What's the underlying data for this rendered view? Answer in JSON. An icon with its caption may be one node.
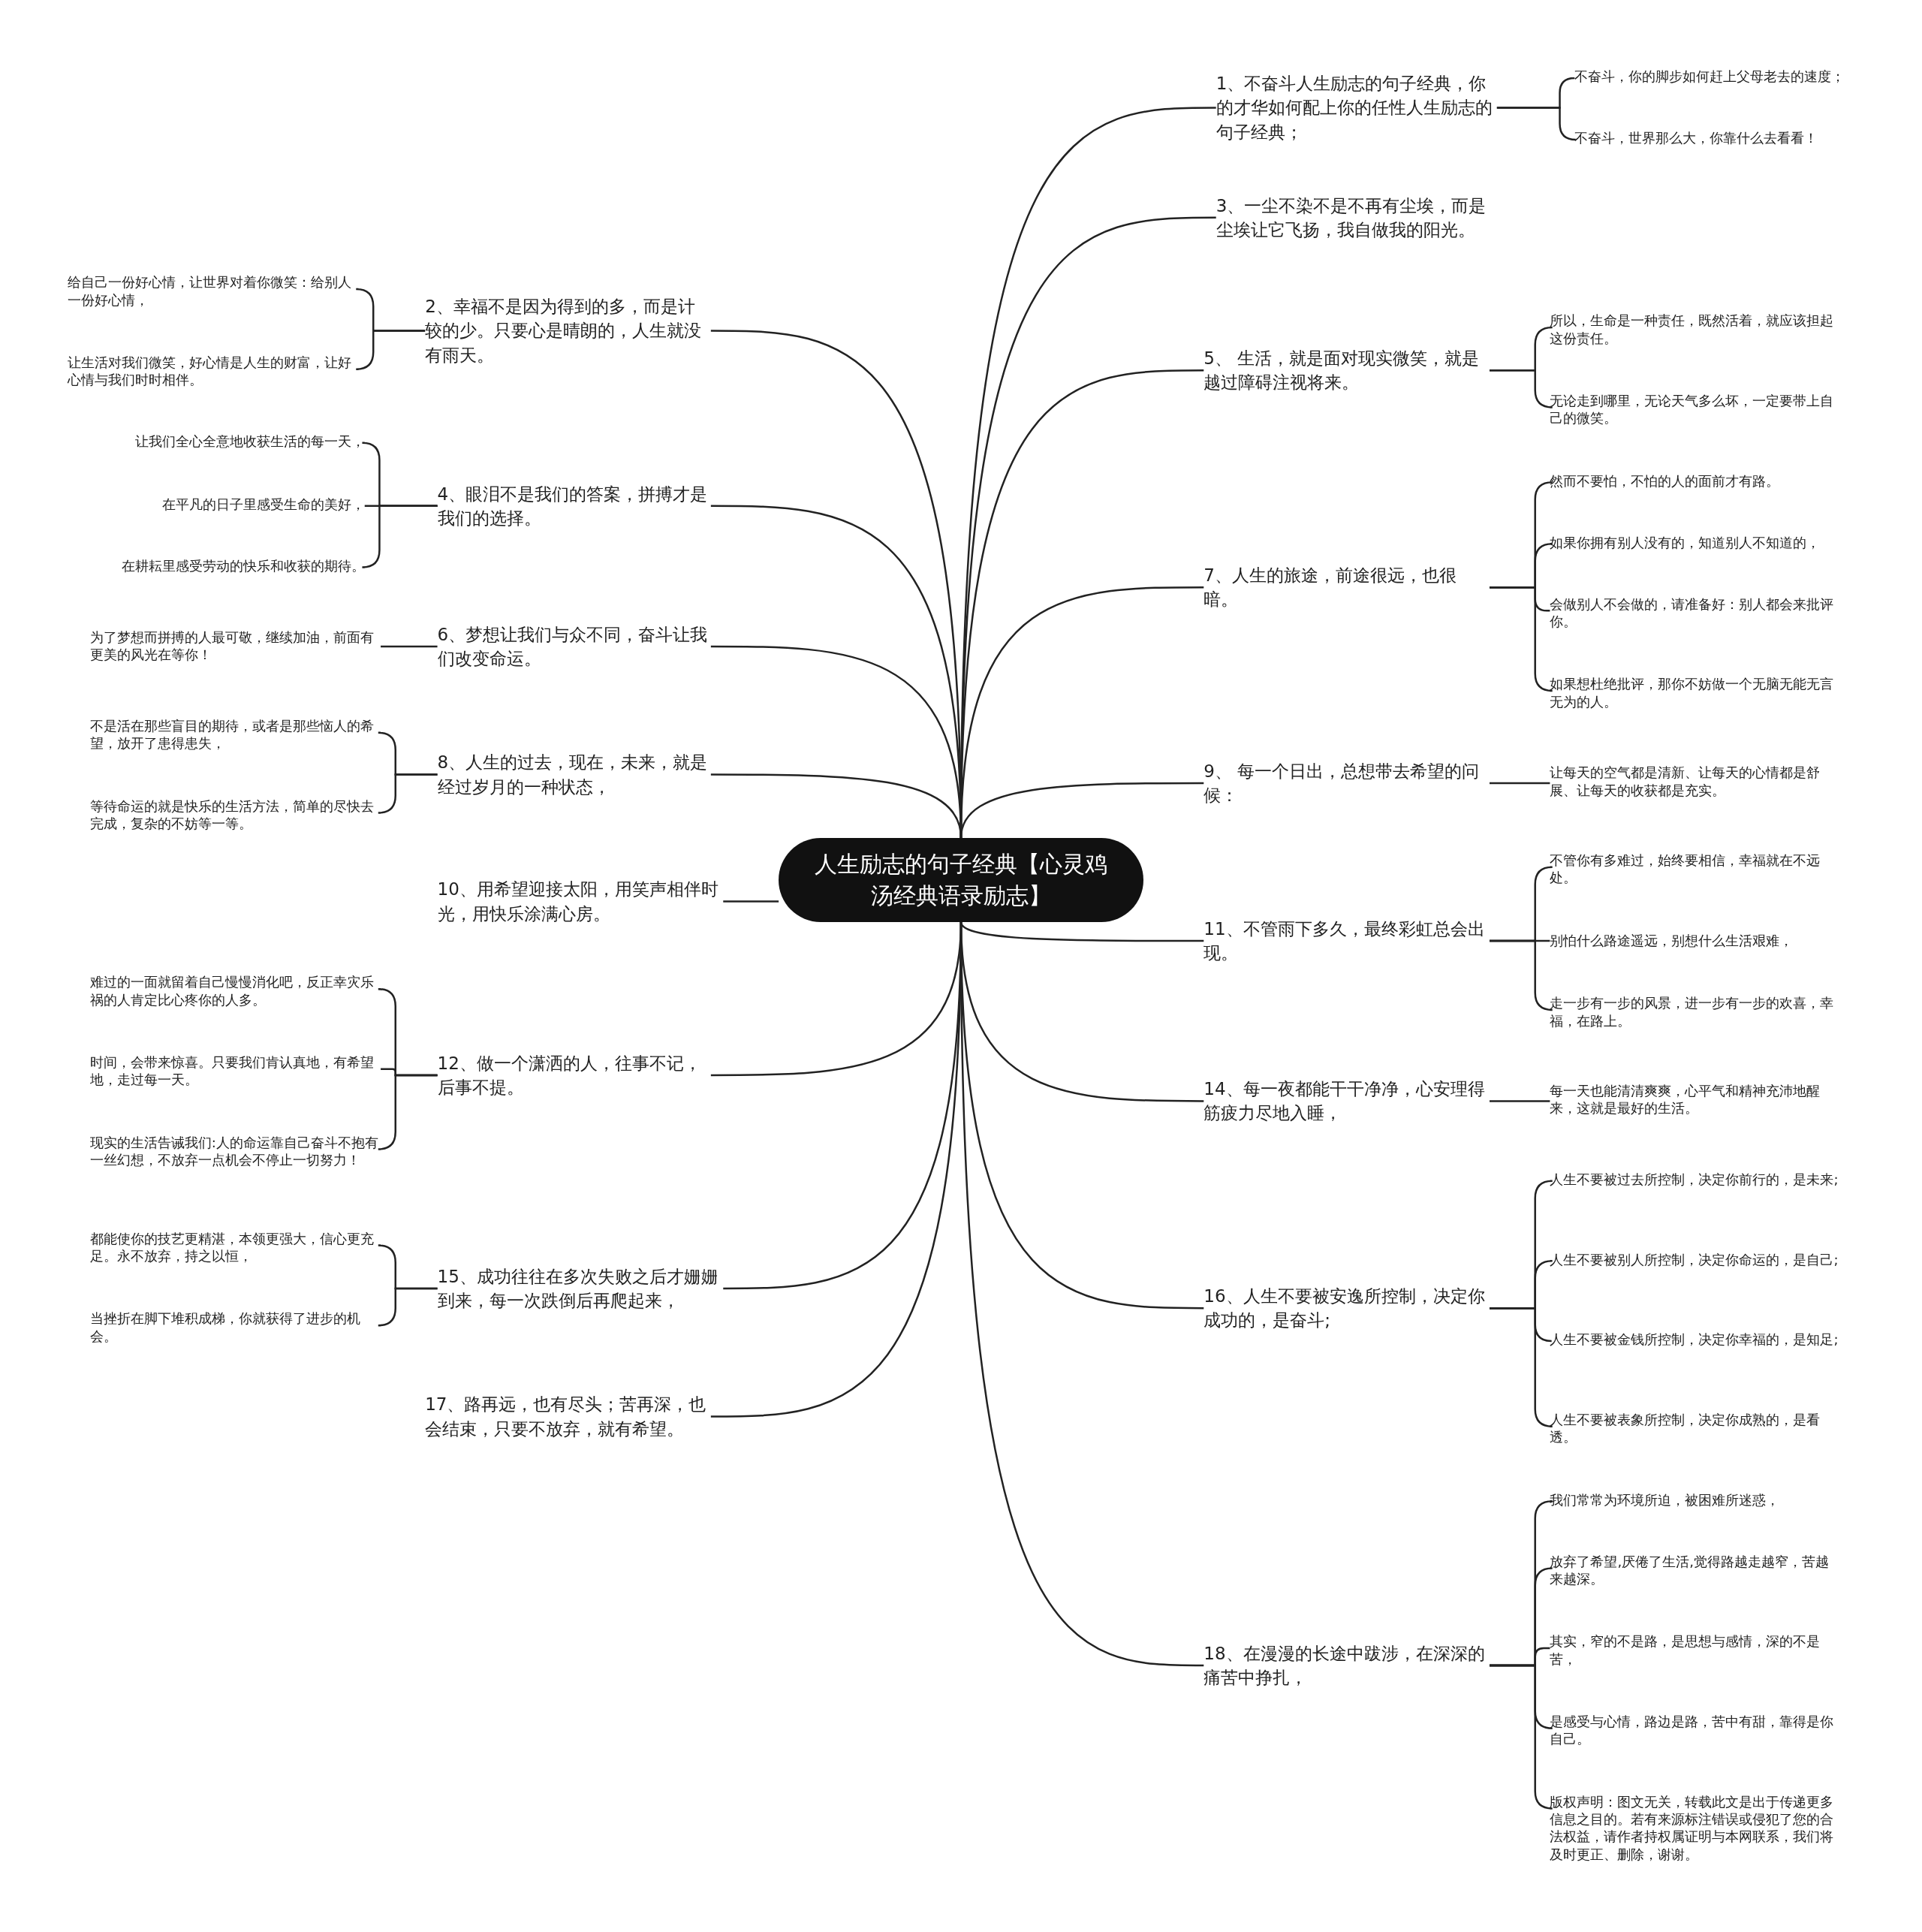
{
  "diagram": {
    "nodes": [
      {
        "text": [
          "人生励志的句子经典【心灵鸡汤经典语录励志】"
        ]
      },
      {
        "text": [
          "1、不奋斗人生励志的句子经典，你的才华如何配上你的任性人生励志的句子经典；"
        ]
      },
      {
        "text": [
          "不奋斗，你的脚步如何赶上父母老去的速度；"
        ]
      },
      {
        "text": [
          "不奋斗，世界那么大，你靠什么去看看！"
        ]
      },
      {
        "text": [
          "2、幸福不是因为得到的多，而是计较的少。只要心是晴朗的，人生就没有雨天。"
        ]
      },
      {
        "text": [
          "给自己一份好心情，让世界对着你微笑：给别人一份好心情，"
        ]
      },
      {
        "text": [
          "让生活对我们微笑，好心情是人生的财富，让好心情与我们时时相伴。"
        ]
      },
      {
        "text": [
          "3、一尘不染不是不再有尘埃，而是尘埃让它飞扬，我自做我的阳光。"
        ]
      },
      {
        "text": [
          "4、眼泪不是我们的答案，拼搏才是我们的选择。"
        ]
      },
      {
        "text": [
          "让我们全心全意地收获生活的每一天，"
        ]
      },
      {
        "text": [
          "在平凡的日子里感受生命的美好，"
        ]
      },
      {
        "text": [
          "在耕耘里感受劳动的快乐和收获的期待。"
        ]
      },
      {
        "text": [
          "5、 生活，就是面对现实微笑，就是越过障碍注视将来。"
        ]
      },
      {
        "text": [
          "所以，生命是一种责任，既然活着，就应该担起这份责任。"
        ]
      },
      {
        "text": [
          "无论走到哪里，无论天气多么坏，一定要带上自己的微笑。"
        ]
      },
      {
        "text": [
          "6、梦想让我们与众不同，奋斗让我们改变命运。"
        ]
      },
      {
        "text": [
          "为了梦想而拼搏的人最可敬，继续加油，前面有更美的风光在等你！"
        ]
      },
      {
        "text": [
          "7、人生的旅途，前途很远，也很暗。"
        ]
      },
      {
        "text": [
          "然而不要怕，不怕的人的面前才有路。"
        ]
      },
      {
        "text": [
          "如果你拥有别人没有的，知道别人不知道的，"
        ]
      },
      {
        "text": [
          "会做别人不会做的，请准备好：别人都会来批评你。"
        ]
      },
      {
        "text": [
          "如果想杜绝批评，那你不妨做一个无脑无能无言无为的人。"
        ]
      },
      {
        "text": [
          "8、人生的过去，现在，未来，就是经过岁月的一种状态，"
        ]
      },
      {
        "text": [
          "不是活在那些盲目的期待，或者是那些恼人的希望，放开了患得患失，"
        ]
      },
      {
        "text": [
          "等待命运的就是快乐的生活方法，简单的尽快去完成，复杂的不妨等一等。"
        ]
      },
      {
        "text": [
          "9、 每一个日出，总想带去希望的问候："
        ]
      },
      {
        "text": [
          "让每天的空气都是清新、让每天的心情都是舒展、让每天的收获都是充实。"
        ]
      },
      {
        "text": [
          "10、用希望迎接太阳，用笑声相伴时光，用快乐涂满心房。"
        ]
      },
      {
        "text": [
          "11、不管雨下多久，最终彩虹总会出现。"
        ]
      },
      {
        "text": [
          "不管你有多难过，始终要相信，幸福就在不远处。"
        ]
      },
      {
        "text": [
          "别怕什么路途遥远，别想什么生活艰难，"
        ]
      },
      {
        "text": [
          "走一步有一步的风景，进一步有一步的欢喜，幸福，在路上。"
        ]
      },
      {
        "text": [
          "12、做一个潇洒的人，往事不记，后事不提。"
        ]
      },
      {
        "text": [
          "难过的一面就留着自己慢慢消化吧，反正幸灾乐祸的人肯定比心疼你的人多。"
        ]
      },
      {
        "text": [
          "时间，会带来惊喜。只要我们肯认真地，有希望地，走过每一天。"
        ]
      },
      {
        "text": [
          "现实的生活告诫我们:人的命运靠自己奋斗不抱有一丝幻想，不放弃一点机会不停止一切努力！"
        ]
      },
      {
        "text": [
          "14、每一夜都能干干净净，心安理得筋疲力尽地入睡，"
        ]
      },
      {
        "text": [
          "每一天也能清清爽爽，心平气和精神充沛地醒来，这就是最好的生活。"
        ]
      },
      {
        "text": [
          "15、成功往往在多次失败之后才姗姗到来，每一次跌倒后再爬起来，"
        ]
      },
      {
        "text": [
          "都能使你的技艺更精湛，本领更强大，信心更充足。永不放弃，持之以恒，"
        ]
      },
      {
        "text": [
          "当挫折在脚下堆积成梯，你就获得了进步的机会。"
        ]
      },
      {
        "text": [
          "16、人生不要被安逸所控制，决定你成功的，是奋斗;"
        ]
      },
      {
        "text": [
          "人生不要被过去所控制，决定你前行的，是未来;"
        ]
      },
      {
        "text": [
          "人生不要被别人所控制，决定你命运的，是自己;"
        ]
      },
      {
        "text": [
          "人生不要被金钱所控制，决定你幸福的，是知足;"
        ]
      },
      {
        "text": [
          "人生不要被表象所控制，决定你成熟的，是看透。"
        ]
      },
      {
        "text": [
          "17、路再远，也有尽头；苦再深，也会结束，只要不放弃，就有希望。"
        ]
      },
      {
        "text": [
          "18、在漫漫的长途中跋涉，在深深的痛苦中挣扎，"
        ]
      },
      {
        "text": [
          "我们常常为环境所迫，被困难所迷惑，"
        ]
      },
      {
        "text": [
          "放弃了希望,厌倦了生活,觉得路越走越窄，苦越来越深。"
        ]
      },
      {
        "text": [
          "其实，窄的不是路，是思想与感情，深的不是苦，"
        ]
      },
      {
        "text": [
          "是感受与心情，路边是路，苦中有甜，靠得是你自己。"
        ]
      },
      {
        "text": [
          "版权声明：图文无关，转载此文是出于传递更多信息之目的。若有来源标注错误或侵犯了您的合法权益，请作者持权属证明与本网联系，我们将及时更正、删除，谢谢。"
        ]
      }
    ],
    "edges": [
      {
        "from": 0,
        "to": 1,
        "arrow": "none"
      },
      {
        "from": 1,
        "to": 2,
        "arrow": "none"
      },
      {
        "from": 1,
        "to": 3,
        "arrow": "none"
      },
      {
        "from": 0,
        "to": 4,
        "arrow": "none"
      },
      {
        "from": 4,
        "to": 5,
        "arrow": "none"
      },
      {
        "from": 4,
        "to": 6,
        "arrow": "none"
      },
      {
        "from": 0,
        "to": 7,
        "arrow": "none"
      },
      {
        "from": 0,
        "to": 8,
        "arrow": "none"
      },
      {
        "from": 8,
        "to": 9,
        "arrow": "none"
      },
      {
        "from": 8,
        "to": 10,
        "arrow": "none"
      },
      {
        "from": 8,
        "to": 11,
        "arrow": "none"
      },
      {
        "from": 0,
        "to": 12,
        "arrow": "none"
      },
      {
        "from": 12,
        "to": 13,
        "arrow": "none"
      },
      {
        "from": 12,
        "to": 14,
        "arrow": "none"
      },
      {
        "from": 0,
        "to": 15,
        "arrow": "none"
      },
      {
        "from": 15,
        "to": 16,
        "arrow": "none"
      },
      {
        "from": 0,
        "to": 17,
        "arrow": "none"
      },
      {
        "from": 17,
        "to": 18,
        "arrow": "none"
      },
      {
        "from": 17,
        "to": 19,
        "arrow": "none"
      },
      {
        "from": 17,
        "to": 20,
        "arrow": "none"
      },
      {
        "from": 17,
        "to": 21,
        "arrow": "none"
      },
      {
        "from": 0,
        "to": 22,
        "arrow": "none"
      },
      {
        "from": 22,
        "to": 23,
        "arrow": "none"
      },
      {
        "from": 22,
        "to": 24,
        "arrow": "none"
      },
      {
        "from": 0,
        "to": 25,
        "arrow": "none"
      },
      {
        "from": 25,
        "to": 26,
        "arrow": "none"
      },
      {
        "from": 0,
        "to": 27,
        "arrow": "none"
      },
      {
        "from": 0,
        "to": 28,
        "arrow": "none"
      },
      {
        "from": 28,
        "to": 29,
        "arrow": "none"
      },
      {
        "from": 28,
        "to": 30,
        "arrow": "none"
      },
      {
        "from": 28,
        "to": 31,
        "arrow": "none"
      },
      {
        "from": 0,
        "to": 32,
        "arrow": "none"
      },
      {
        "from": 32,
        "to": 33,
        "arrow": "none"
      },
      {
        "from": 32,
        "to": 34,
        "arrow": "none"
      },
      {
        "from": 32,
        "to": 35,
        "arrow": "none"
      },
      {
        "from": 0,
        "to": 36,
        "arrow": "none"
      },
      {
        "from": 36,
        "to": 37,
        "arrow": "none"
      },
      {
        "from": 0,
        "to": 38,
        "arrow": "none"
      },
      {
        "from": 38,
        "to": 39,
        "arrow": "none"
      },
      {
        "from": 38,
        "to": 40,
        "arrow": "none"
      },
      {
        "from": 0,
        "to": 41,
        "arrow": "none"
      },
      {
        "from": 41,
        "to": 42,
        "arrow": "none"
      },
      {
        "from": 41,
        "to": 43,
        "arrow": "none"
      },
      {
        "from": 41,
        "to": 44,
        "arrow": "none"
      },
      {
        "from": 41,
        "to": 45,
        "arrow": "none"
      },
      {
        "from": 0,
        "to": 46,
        "arrow": "none"
      },
      {
        "from": 0,
        "to": 47,
        "arrow": "none"
      },
      {
        "from": 47,
        "to": 48,
        "arrow": "none"
      },
      {
        "from": 47,
        "to": 49,
        "arrow": "none"
      },
      {
        "from": 47,
        "to": 50,
        "arrow": "none"
      },
      {
        "from": 47,
        "to": 51,
        "arrow": "none"
      },
      {
        "from": 47,
        "to": 52,
        "arrow": "none"
      }
    ]
  }
}
